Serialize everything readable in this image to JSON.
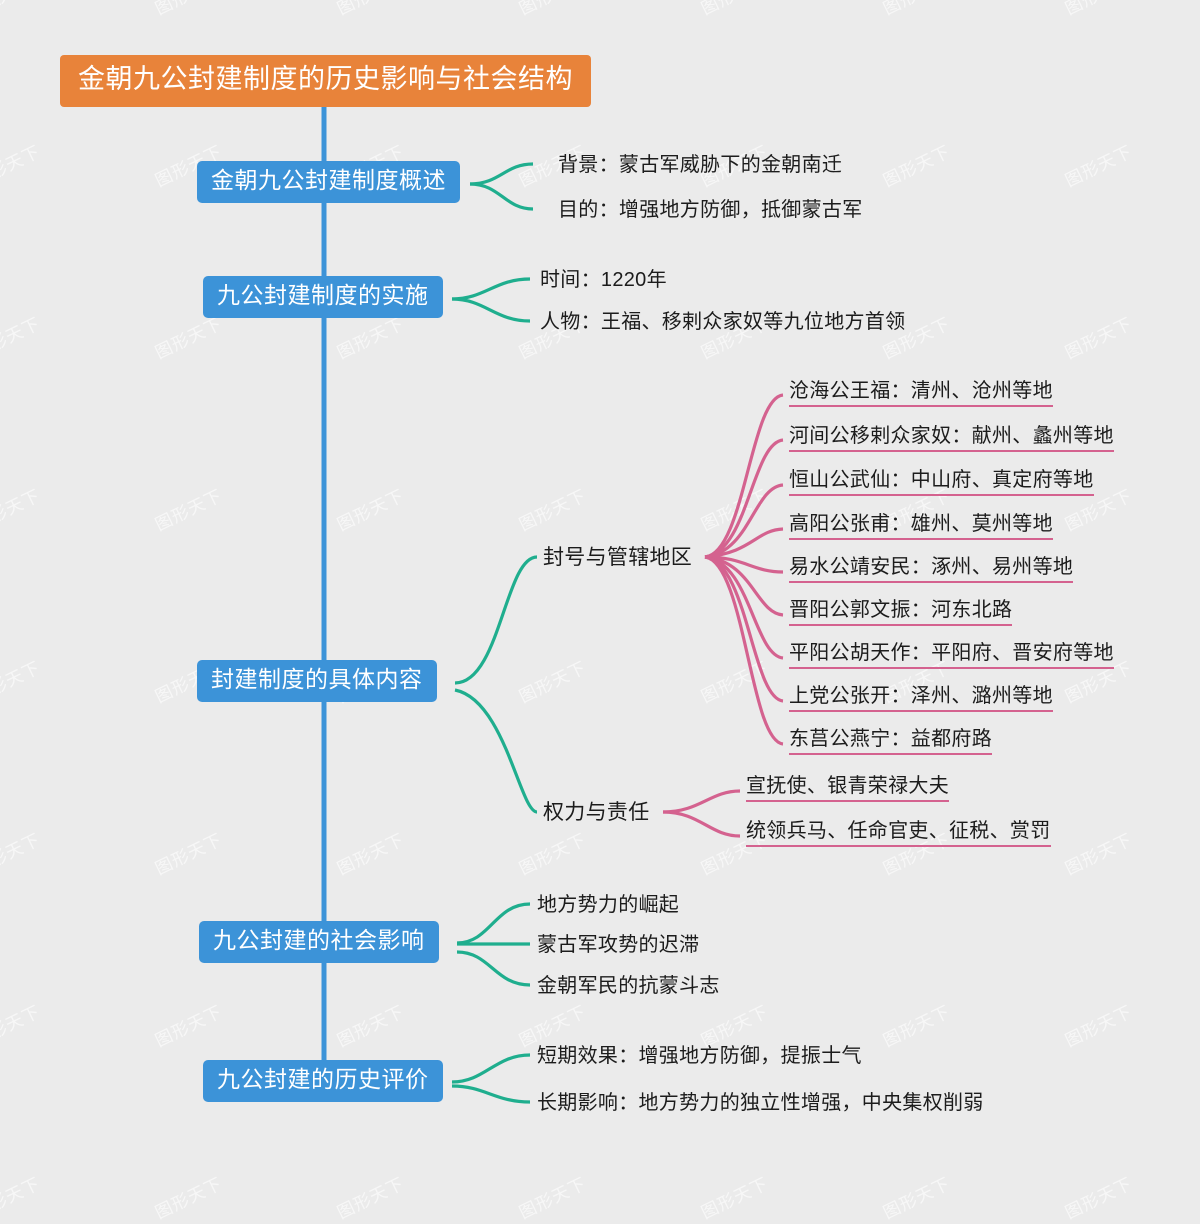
{
  "map": {
    "root": {
      "label": "金朝九公封建制度的历史影响与社会结构",
      "color": "#e8833a"
    },
    "theme": {
      "background": "#ebebeb",
      "branch_color": "#3c93d8",
      "spine_color": "#3c93d8",
      "link_teal": "#1fae8e",
      "link_pink": "#d4628f",
      "text_color": "#1c1c1c",
      "watermark_text": "图形天下"
    },
    "branches": [
      {
        "label": "金朝九公封建制度概述",
        "leaves": [
          "背景：蒙古军威胁下的金朝南迁",
          "目的：增强地方防御，抵御蒙古军"
        ]
      },
      {
        "label": "九公封建制度的实施",
        "leaves": [
          "时间：1220年",
          "人物：王福、移剌众家奴等九位地方首领"
        ]
      },
      {
        "label": "封建制度的具体内容",
        "topics": [
          {
            "label": "封号与管辖地区",
            "leaves": [
              "沧海公王福：清州、沧州等地",
              "河间公移剌众家奴：献州、蠡州等地",
              "恒山公武仙：中山府、真定府等地",
              "高阳公张甫：雄州、莫州等地",
              "易水公靖安民：涿州、易州等地",
              "晋阳公郭文振：河东北路",
              "平阳公胡天作：平阳府、晋安府等地",
              "上党公张开：泽州、潞州等地",
              "东莒公燕宁：益都府路"
            ]
          },
          {
            "label": "权力与责任",
            "leaves": [
              "宣抚使、银青荣禄大夫",
              "统领兵马、任命官吏、征税、赏罚"
            ]
          }
        ]
      },
      {
        "label": "九公封建的社会影响",
        "leaves": [
          "地方势力的崛起",
          "蒙古军攻势的迟滞",
          "金朝军民的抗蒙斗志"
        ]
      },
      {
        "label": "九公封建的历史评价",
        "leaves": [
          "短期效果：增强地方防御，提振士气",
          "长期影响：地方势力的独立性增强，中央集权削弱"
        ]
      }
    ]
  }
}
